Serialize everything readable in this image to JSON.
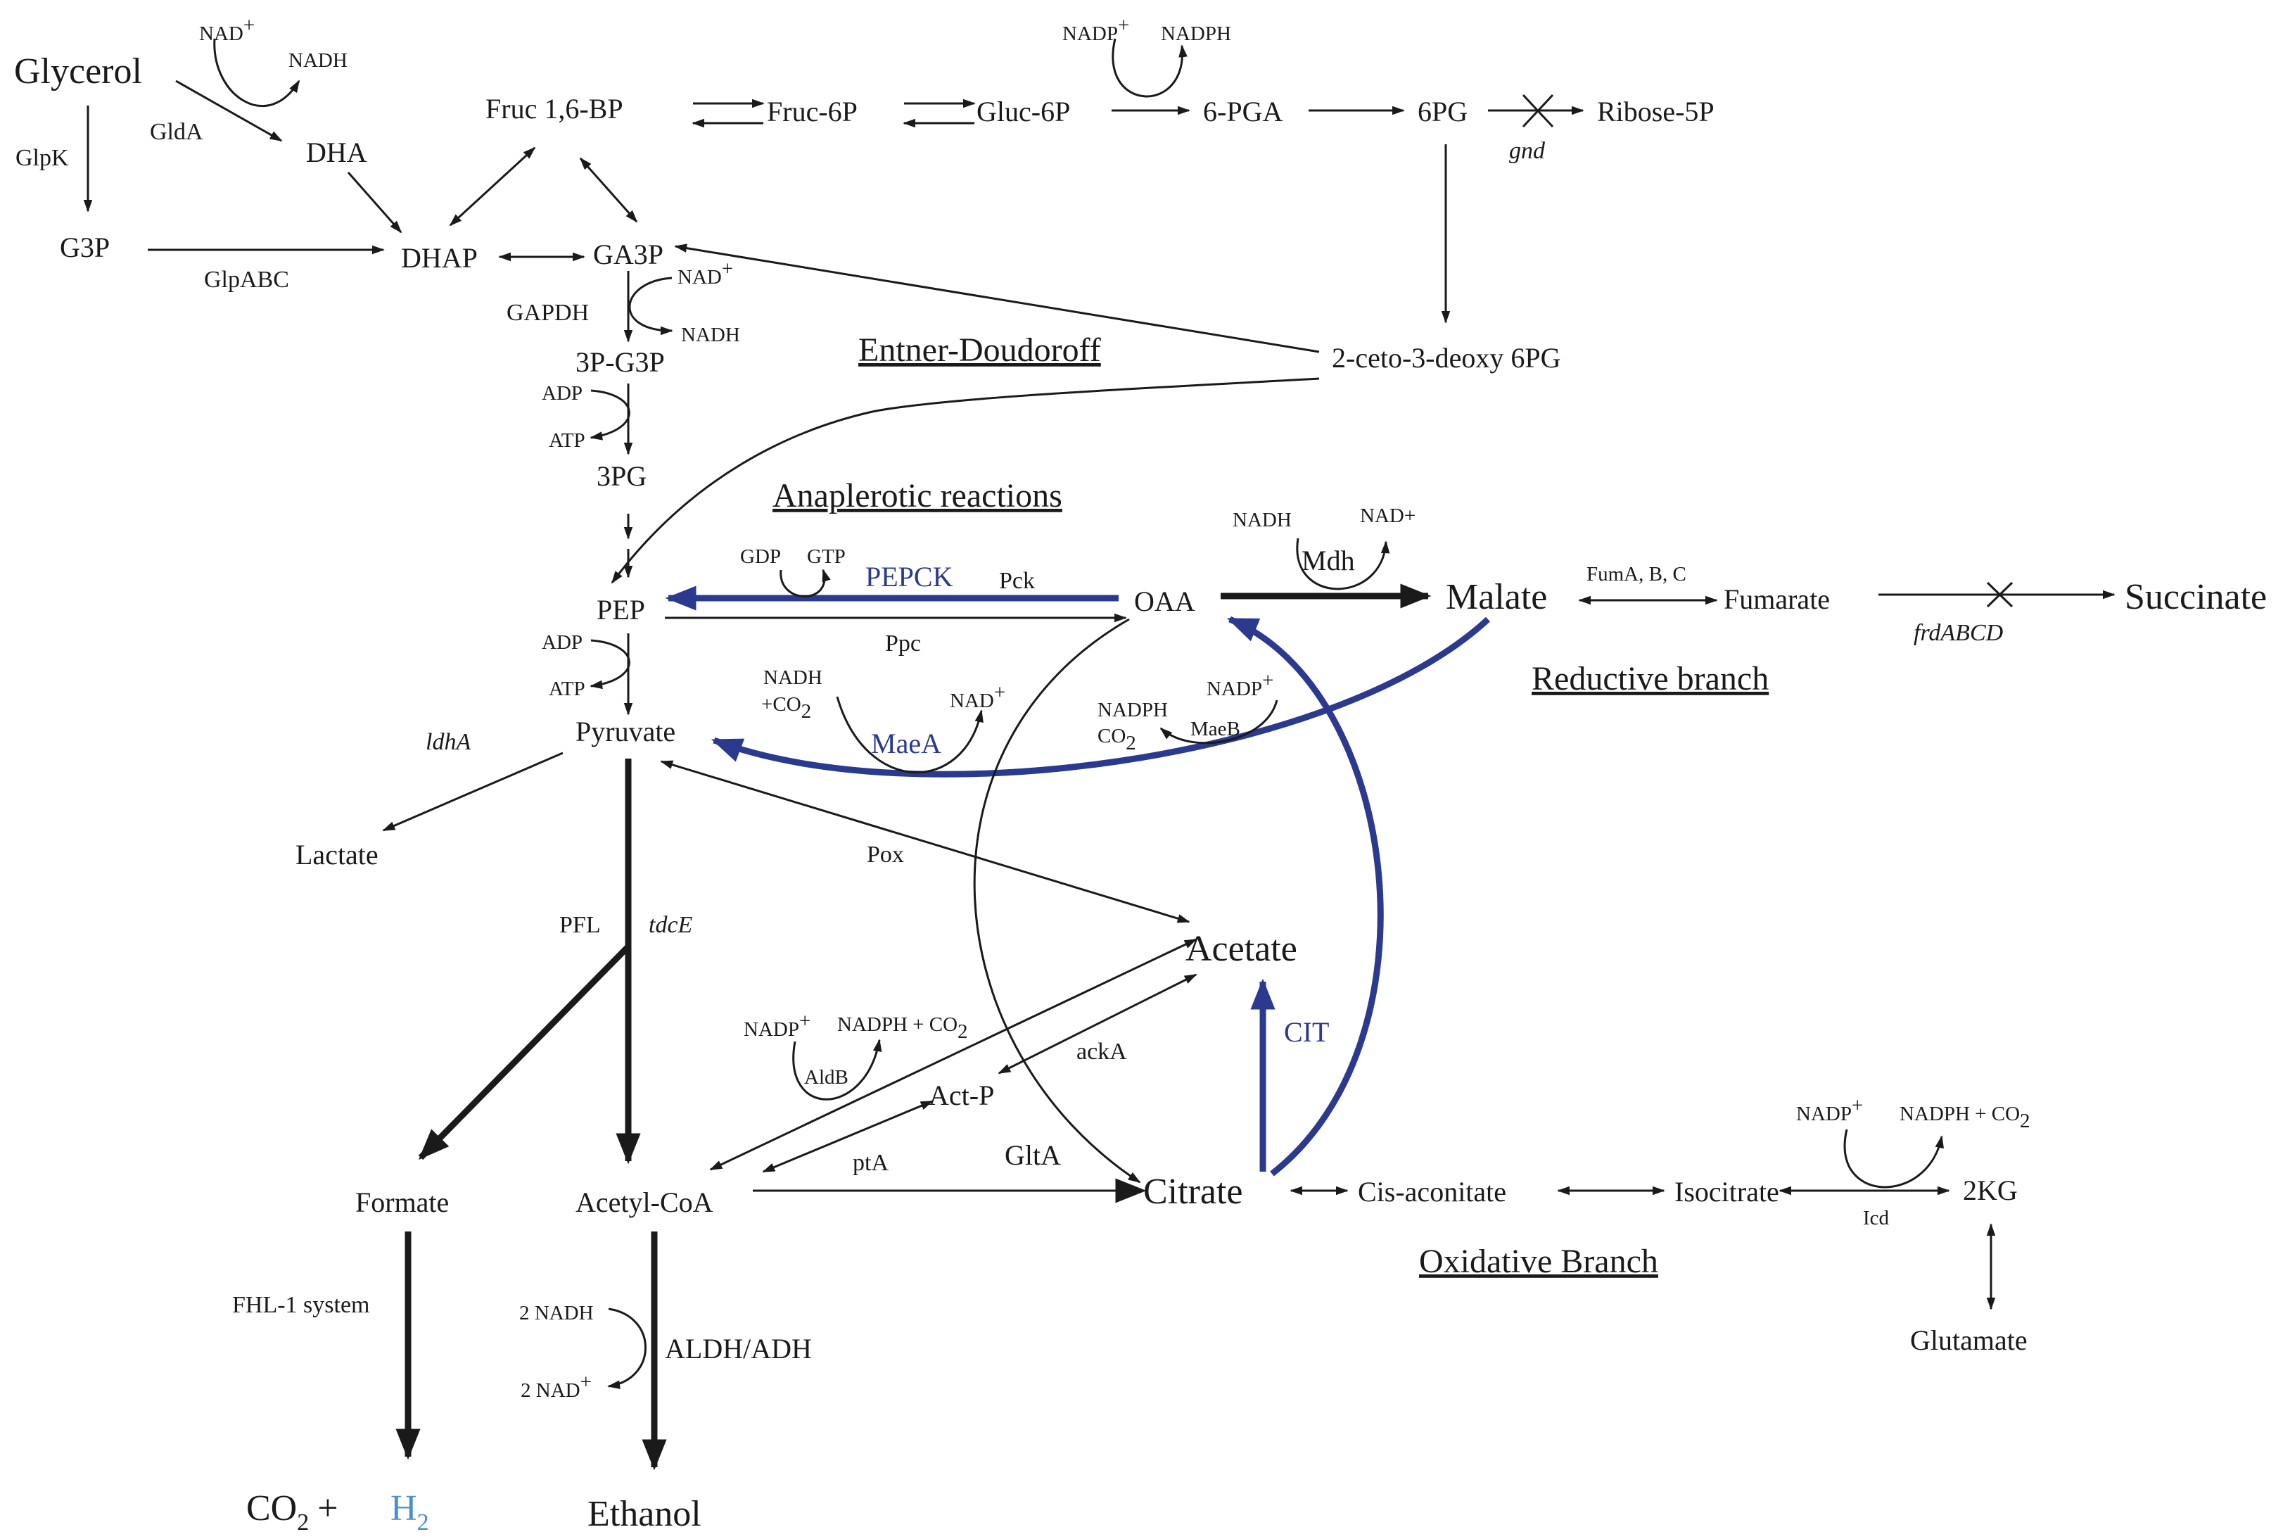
{
  "metabolites": {
    "glycerol": "Glycerol",
    "dha": "DHA",
    "g3p": "G3P",
    "dhap": "DHAP",
    "ga3p": "GA3P",
    "fruc16bp": "Fruc 1,6-BP",
    "fruc6p": "Fruc-6P",
    "gluc6p": "Gluc-6P",
    "pga6": "6-PGA",
    "pg6": "6PG",
    "ribose5p": "Ribose-5P",
    "kdpg": "2-ceto-3-deoxy 6PG",
    "p3g3p": "3P-G3P",
    "pg3": "3PG",
    "pep": "PEP",
    "pyruvate": "Pyruvate",
    "lactate": "Lactate",
    "oaa": "OAA",
    "malate": "Malate",
    "fumarate": "Fumarate",
    "succinate": "Succinate",
    "acetate": "Acetate",
    "actp": "Act-P",
    "formate": "Formate",
    "acetylcoa": "Acetyl-CoA",
    "citrate": "Citrate",
    "cisaconitate": "Cis-aconitate",
    "isocitrate": "Isocitrate",
    "kg2": "2KG",
    "glutamate": "Glutamate",
    "ethanol": "Ethanol",
    "co2plus": "CO",
    "co2sub": "2",
    "plus": "+",
    "h2": "H",
    "h2sub": "2"
  },
  "enzymes": {
    "glda": "GldA",
    "glpk": "GlpK",
    "glpabc": "GlpABC",
    "gapdh": "GAPDH",
    "gnd": "gnd",
    "pepck": "PEPCK",
    "pck": "Pck",
    "ppc": "Ppc",
    "mdh": "Mdh",
    "fumabc": "FumA, B, C",
    "frdabcd": "frdABCD",
    "ldha": "ldhA",
    "maea": "MaeA",
    "maeb": "MaeB",
    "pox": "Pox",
    "pfl": "PFL",
    "tdce": "tdcE",
    "cit": "CIT",
    "aldb": "AldB",
    "acka": "ackA",
    "pta": "ptA",
    "glta": "GltA",
    "icd": "Icd",
    "fhl": "FHL-1 system",
    "aldhadh": "ALDH/ADH"
  },
  "cofactors": {
    "nadp_gld": "NAD",
    "nadh_gld": "NADH",
    "nadp_pga": "NADP",
    "nadph_pga": "NADPH",
    "nadp_gapdh": "NAD",
    "nadh_gapdh": "NADH",
    "adp1": "ADP",
    "atp1": "ATP",
    "gdp": "GDP",
    "gtp": "GTP",
    "nadh_mdh": "NADH",
    "nad_mdh": "NAD+",
    "adp2": "ADP",
    "atp2": "ATP",
    "nadh_maea": "NADH",
    "co2_maea": "+CO",
    "co2_maea_sub": "2",
    "nad_maea": "NAD",
    "nadph_maeb": "NADPH",
    "co2_maeb": "CO",
    "co2_maeb_sub": "2",
    "nadp_maeb": "NADP",
    "nadp_aldb": "NADP",
    "nadph_aldb": "NADPH + CO",
    "nadph_aldb_sub": "2",
    "nadp_icd": "NADP",
    "nadph_icd": "NADPH + CO",
    "nadph_icd_sub": "2",
    "nadh2": "2 NADH",
    "nad2": "2 NAD",
    "plus_sup": "+"
  },
  "sections": {
    "ed": "Entner-Doudoroff",
    "anaplerotic": "Anaplerotic reactions",
    "reductive": "Reductive branch",
    "oxidative": "Oxidative Branch"
  },
  "colors": {
    "highlight": "#2b3a8f",
    "hydrogen": "#4a8fce",
    "ink": "#1a1a1a"
  }
}
